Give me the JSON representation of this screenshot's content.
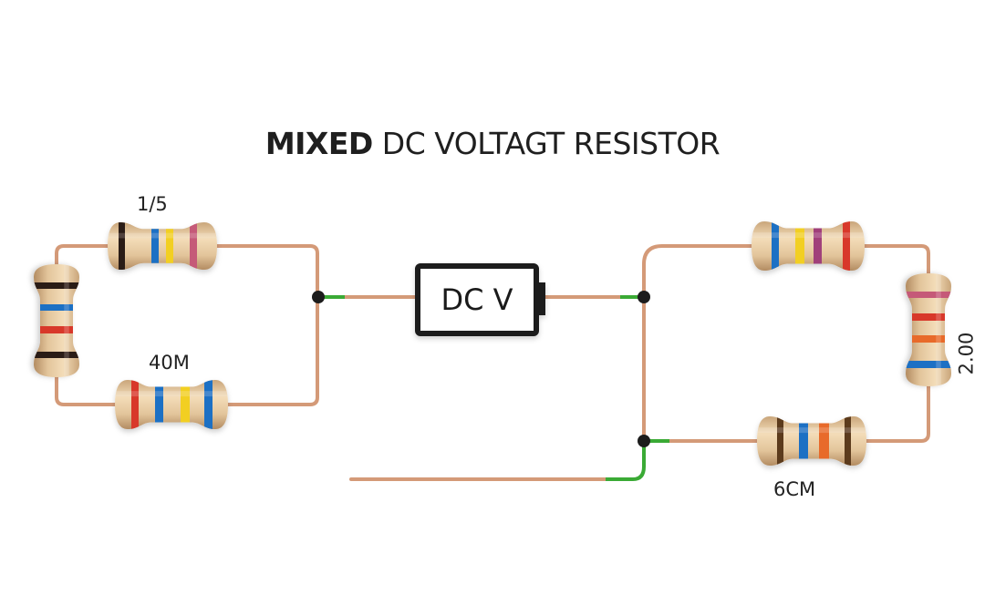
{
  "title": {
    "bold_part": "MIXED",
    "rest": " DC VOLTAGT RESISTOR"
  },
  "battery": {
    "label": "DC V"
  },
  "labels": {
    "r_top_left": "1/5",
    "r_bottom_left": "40M",
    "r_right_vertical": "2.00",
    "r_bottom_right": "6CM"
  },
  "colors": {
    "wire": "#d49a78",
    "wire_green": "#3aaa35",
    "node": "#1c1c1c",
    "resistor_body": "#e2c49a",
    "band_black": "#2b1a12",
    "band_blue": "#1e6fc4",
    "band_yellow": "#f2cf24",
    "band_pink": "#c55a78",
    "band_red": "#d8392b",
    "band_orange": "#e86a2a",
    "band_purple": "#a03f7a",
    "band_brown": "#5b3a1e"
  }
}
